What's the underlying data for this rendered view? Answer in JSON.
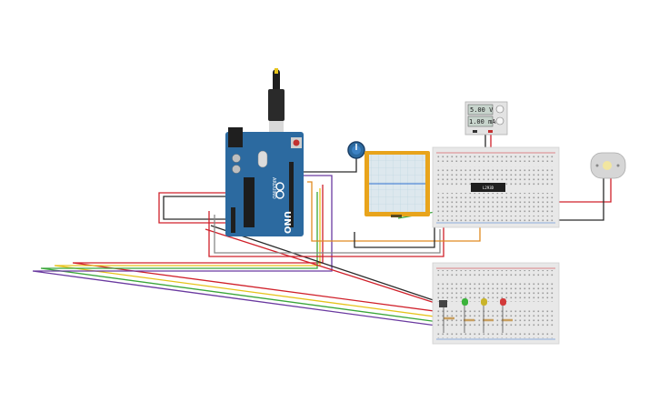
{
  "power_supply": {
    "voltage": "5.00 V",
    "current": "1.00 mA"
  },
  "arduino": {
    "logo": "UNO",
    "brand": "ARDUINO"
  },
  "ic": {
    "label": "L293D"
  },
  "colors": {
    "wire_red": "#d0202a",
    "wire_black": "#2a2a2a",
    "wire_yellow": "#e6c31a",
    "wire_green": "#3aa63a",
    "wire_purple": "#6a3aa0",
    "wire_orange": "#e08a20",
    "wire_blue": "#2f6fd0",
    "arduino_blue": "#2c6aa0",
    "scope_frame": "#e8a41c",
    "breadboard": "#e8e8e8"
  },
  "leds": [
    {
      "color": "green",
      "hex": "#3bb33b"
    },
    {
      "color": "yellow",
      "hex": "#c9b42a"
    },
    {
      "color": "red",
      "hex": "#d23a3a"
    }
  ]
}
